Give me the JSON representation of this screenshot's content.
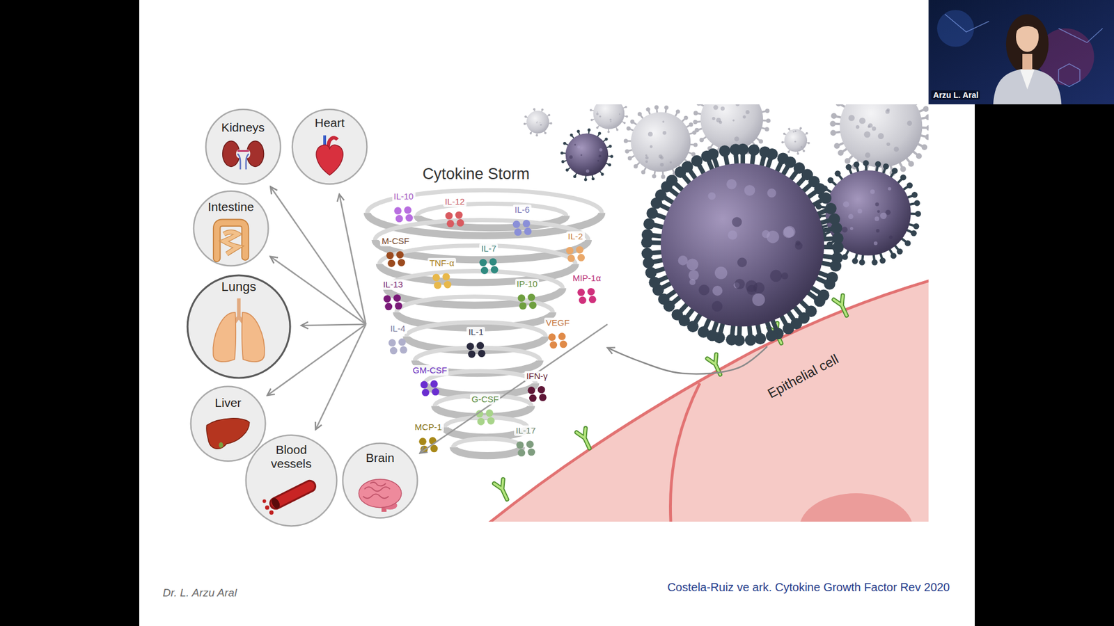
{
  "diagram": {
    "nodes": [
      {
        "text": [
          "Kidneys"
        ]
      },
      {
        "text": [
          "Heart"
        ]
      },
      {
        "text": [
          "Intestine"
        ]
      },
      {
        "text": [
          "Lungs"
        ]
      },
      {
        "text": [
          "Liver"
        ]
      },
      {
        "text": [
          "Blood vessels"
        ]
      },
      {
        "text": [
          "Brain"
        ]
      },
      {
        "text": [
          "Cytokine Storm"
        ]
      },
      {
        "text": [
          "Epithelial cell"
        ]
      }
    ],
    "edges": [
      {
        "from": 7,
        "to": 0,
        "arrow": "to"
      },
      {
        "from": 7,
        "to": 1,
        "arrow": "to"
      },
      {
        "from": 7,
        "to": 2,
        "arrow": "to"
      },
      {
        "from": 7,
        "to": 3,
        "arrow": "to"
      },
      {
        "from": 7,
        "to": 4,
        "arrow": "to"
      },
      {
        "from": 7,
        "to": 5,
        "arrow": "to"
      },
      {
        "from": 7,
        "to": 6,
        "arrow": "to"
      },
      {
        "from": 8,
        "to": 7,
        "arrow": "to"
      }
    ],
    "labels": [
      "Arzu L. Aral",
      "IL-10",
      "IL-12",
      "IL-6",
      "IL-2",
      "M-CSF",
      "IL-7",
      "TNF-α",
      "MIP-1α",
      "IL-13",
      "IP-10",
      "IL-4",
      "IL-1",
      "VEGF",
      "GM-CSF",
      "IFN-γ",
      "G-CSF",
      "MCP-1",
      "IL-17",
      "Dr. L. Arzu Aral",
      "Costela-Ruiz ve ark. Cytokine Growth Factor Rev 2020"
    ]
  }
}
